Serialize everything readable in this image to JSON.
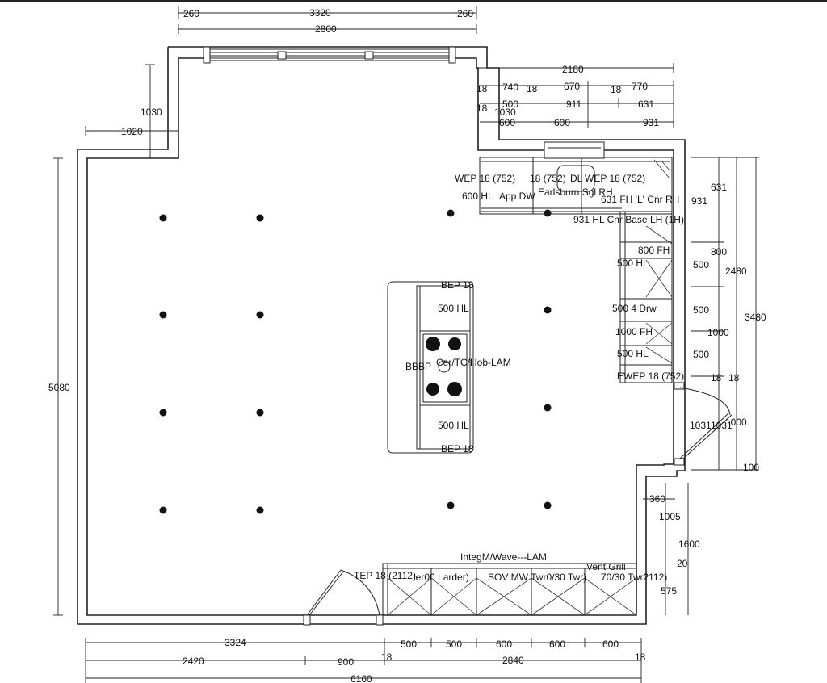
{
  "dimensions": {
    "top": [
      "260",
      "3320",
      "260",
      "2800"
    ],
    "kitchen_top_row1": [
      "18",
      "740",
      "18",
      "670",
      "18",
      "770",
      "2180"
    ],
    "kitchen_top_row2": [
      "18",
      "500",
      "911",
      "631"
    ],
    "kitchen_top_row3": [
      "600",
      "600",
      "931",
      "1030"
    ],
    "left": [
      "1030",
      "1020",
      "5080"
    ],
    "right": [
      "631",
      "931",
      "800",
      "500",
      "500",
      "1000",
      "500",
      "18",
      "18",
      "1000",
      "100",
      "2480",
      "3480"
    ],
    "door_right": [
      "1031",
      "1031"
    ],
    "lower_right": [
      "360",
      "1005",
      "1600",
      "20",
      "575"
    ],
    "bottom_row1": [
      "3324",
      "500",
      "500",
      "600",
      "600",
      "600"
    ],
    "bottom_row2": [
      "2420",
      "900",
      "18",
      "2840",
      "18"
    ],
    "bottom_row3": [
      "6160"
    ]
  },
  "units": {
    "top_wall": [
      "WEP 18 (752)",
      "18 (752)",
      "DL",
      "WEP 18 (752)",
      "600 HL",
      "App DW",
      "Earlsburn Sgl RH",
      "631 FH 'L' Cnr RH",
      "931 HL Cnr Base LH (1H)"
    ],
    "right_wall": [
      "800 FH",
      "500 HL",
      "500 4 Drw",
      "1000 FH",
      "500 HL",
      "EWEP 18 (752)"
    ],
    "island": [
      "BEP 18",
      "500 HL",
      "BBBP",
      "Cer/TC/Hob-LAM",
      "500 HL",
      "BEP 18"
    ],
    "bottom_wall": [
      "IntegM/Wave---LAM",
      "Vent Grill",
      "TEP 18 (2112)",
      "ler00 Larder)",
      "SOV MW Twr0/30 Twr)",
      "70/30 Twr2112)"
    ]
  }
}
